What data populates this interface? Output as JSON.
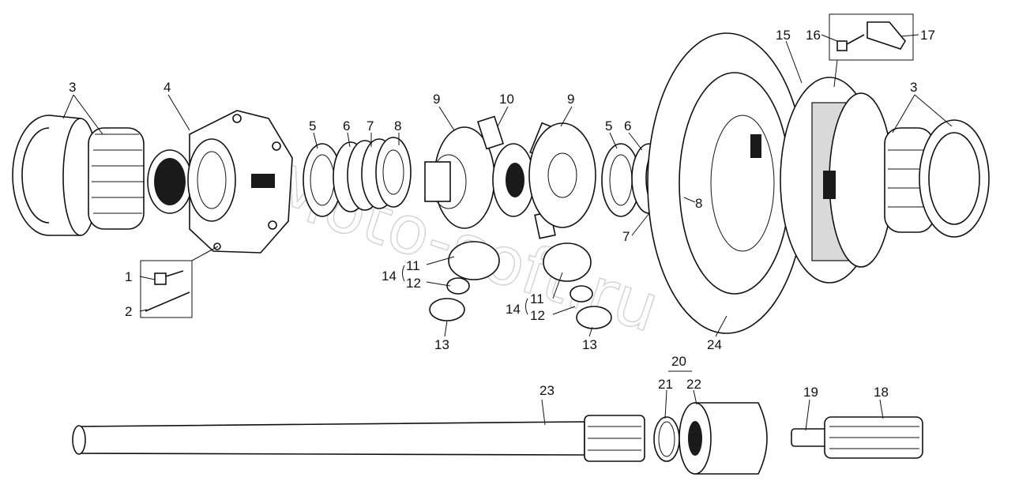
{
  "watermark": "Moto-soft.ru",
  "callouts": {
    "c1": "1",
    "c2": "2",
    "c3a": "3",
    "c3b": "3",
    "c4": "4",
    "c5a": "5",
    "c5b": "5",
    "c6a": "6",
    "c6b": "6",
    "c7a": "7",
    "c7b": "7",
    "c8a": "8",
    "c8b": "8",
    "c9a": "9",
    "c9b": "9",
    "c10": "10",
    "c11a": "11",
    "c11b": "11",
    "c12a": "12",
    "c12b": "12",
    "c13a": "13",
    "c13b": "13",
    "c14a": "14",
    "c14b": "14",
    "c15": "15",
    "c16": "16",
    "c17": "17",
    "c18": "18",
    "c19": "19",
    "c20": "20",
    "c21": "21",
    "c22": "22",
    "c23": "23",
    "c24": "24"
  }
}
